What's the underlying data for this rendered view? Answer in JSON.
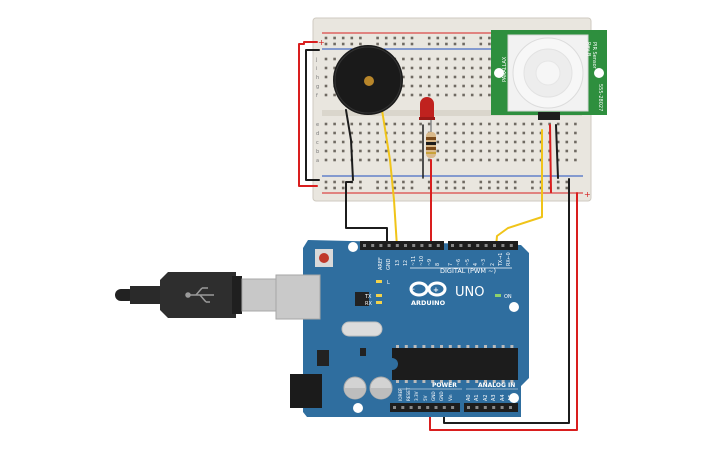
{
  "colors": {
    "breadboard": "#e9e6df",
    "breadboard_edge": "#cfcac0",
    "rail_red": "#d62020",
    "rail_blue": "#1f4fbf",
    "board_blue": "#2f6e9f",
    "board_dark": "#285e88",
    "wire_red": "#d91e1e",
    "wire_black": "#1c1c1c",
    "wire_yellow": "#f0c419",
    "sensor_green": "#2e8f3e",
    "led_red": "#c0221f",
    "usb_black": "#2a2a2a"
  },
  "breadboard": {
    "row_letters_top": [
      "j",
      "i",
      "h",
      "g",
      "f"
    ],
    "row_letters_bottom": [
      "e",
      "d",
      "c",
      "b",
      "a"
    ],
    "plus": "+",
    "minus": "−"
  },
  "sensor": {
    "label_top": "PIR Sensor",
    "label_sub": "Rev B",
    "label_side": "PARALLAX",
    "label_part": "555-28027"
  },
  "arduino": {
    "brand": "ARDUINO",
    "model": "UNO",
    "digital_label": "DIGITAL (PWM ~)",
    "power_label": "POWER",
    "analog_label": "ANALOG IN",
    "on_label": "ON",
    "tx_label": "TX",
    "rx_label": "RX",
    "l_label": "L",
    "aref_label": "AREF",
    "gnd_label": "GND",
    "digital_pins": [
      "13",
      "12",
      "~11",
      "~10",
      "~9",
      "8",
      "7",
      "~6",
      "~5",
      "4",
      "~3",
      "2",
      "TX→1",
      "RX←0"
    ],
    "power_pins": [
      "IOREF",
      "RESET",
      "3.3V",
      "5V",
      "GND",
      "GND",
      "Vin"
    ],
    "analog_pins": [
      "A0",
      "A1",
      "A2",
      "A3",
      "A4",
      "A5"
    ]
  }
}
